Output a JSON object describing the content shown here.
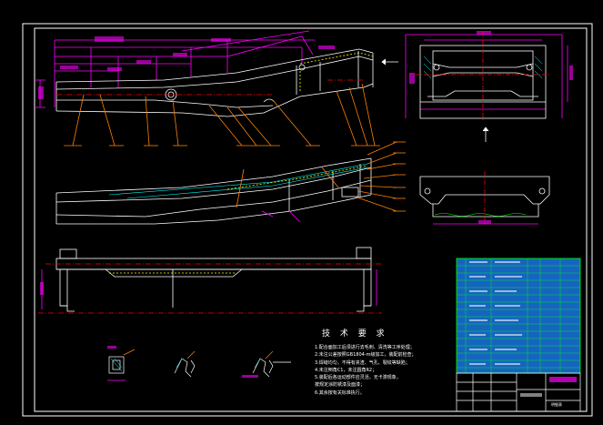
{
  "notes": {
    "title": "技 术 要 求",
    "lines": [
      "1.配合面加工后须进行去毛刺、清洗等工序处理；",
      "2.未注公差按照GB1804-m级加工，装配前检查；",
      "3.焊缝均匀，不得有夹渣、气孔、裂纹等缺陷；",
      "4.未注倒角C1，未注圆角R2；",
      "5.装配后各运动部件应灵活，无卡滞现象，",
      "   按规定涂防锈漆及面漆；",
      "6.其余按有关标准执行。"
    ]
  },
  "title_block": {
    "table_name": "明细表"
  },
  "colors": {
    "background": "#000000",
    "frame": "#ffffff",
    "outline": "#ffffff",
    "dimension": "#ff00ff",
    "leader": "#ff8000",
    "centerline": "#ff0000",
    "hidden": "#ffff00",
    "hatch": "#00ffff",
    "table_fill": "#1565c0",
    "table_grid": "#00ff00"
  }
}
